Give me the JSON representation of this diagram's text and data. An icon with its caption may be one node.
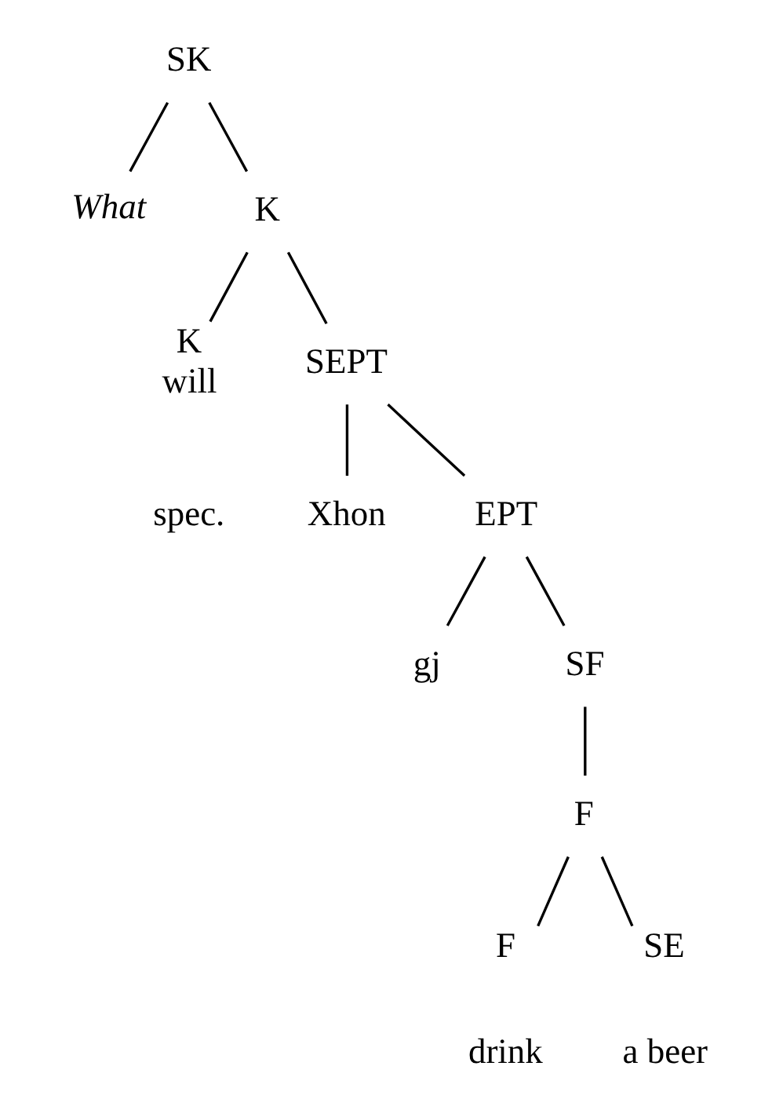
{
  "diagram": {
    "nodes": [
      {
        "text": [
          "SK"
        ]
      },
      {
        "text": [
          "What"
        ]
      },
      {
        "text": [
          "K"
        ]
      },
      {
        "text": [
          "K",
          "will"
        ]
      },
      {
        "text": [
          "SEPT"
        ]
      },
      {
        "text": [
          "Xhon"
        ]
      },
      {
        "text": [
          "EPT"
        ]
      },
      {
        "text": [
          "gj"
        ]
      },
      {
        "text": [
          "SF"
        ]
      },
      {
        "text": [
          "F"
        ]
      },
      {
        "text": [
          "F"
        ],
        "beside": [
          "drink"
        ]
      },
      {
        "text": [
          "SE"
        ],
        "beside": [
          "a beer"
        ]
      }
    ],
    "edges": [
      {
        "from": 0,
        "to": 1,
        "arrow": "none"
      },
      {
        "from": 0,
        "to": 2,
        "arrow": "none"
      },
      {
        "from": 2,
        "to": 3,
        "arrow": "none"
      },
      {
        "from": 2,
        "to": 4,
        "arrow": "none"
      },
      {
        "from": 4,
        "to": 5,
        "arrow": "none"
      },
      {
        "from": 4,
        "to": 6,
        "arrow": "none"
      },
      {
        "from": 6,
        "to": 7,
        "arrow": "none"
      },
      {
        "from": 6,
        "to": 8,
        "arrow": "none"
      },
      {
        "from": 8,
        "to": 9,
        "arrow": "none"
      },
      {
        "from": 9,
        "to": 10,
        "arrow": "none"
      },
      {
        "from": 9,
        "to": 11,
        "arrow": "none"
      }
    ],
    "labels": [
      "spec."
    ]
  }
}
